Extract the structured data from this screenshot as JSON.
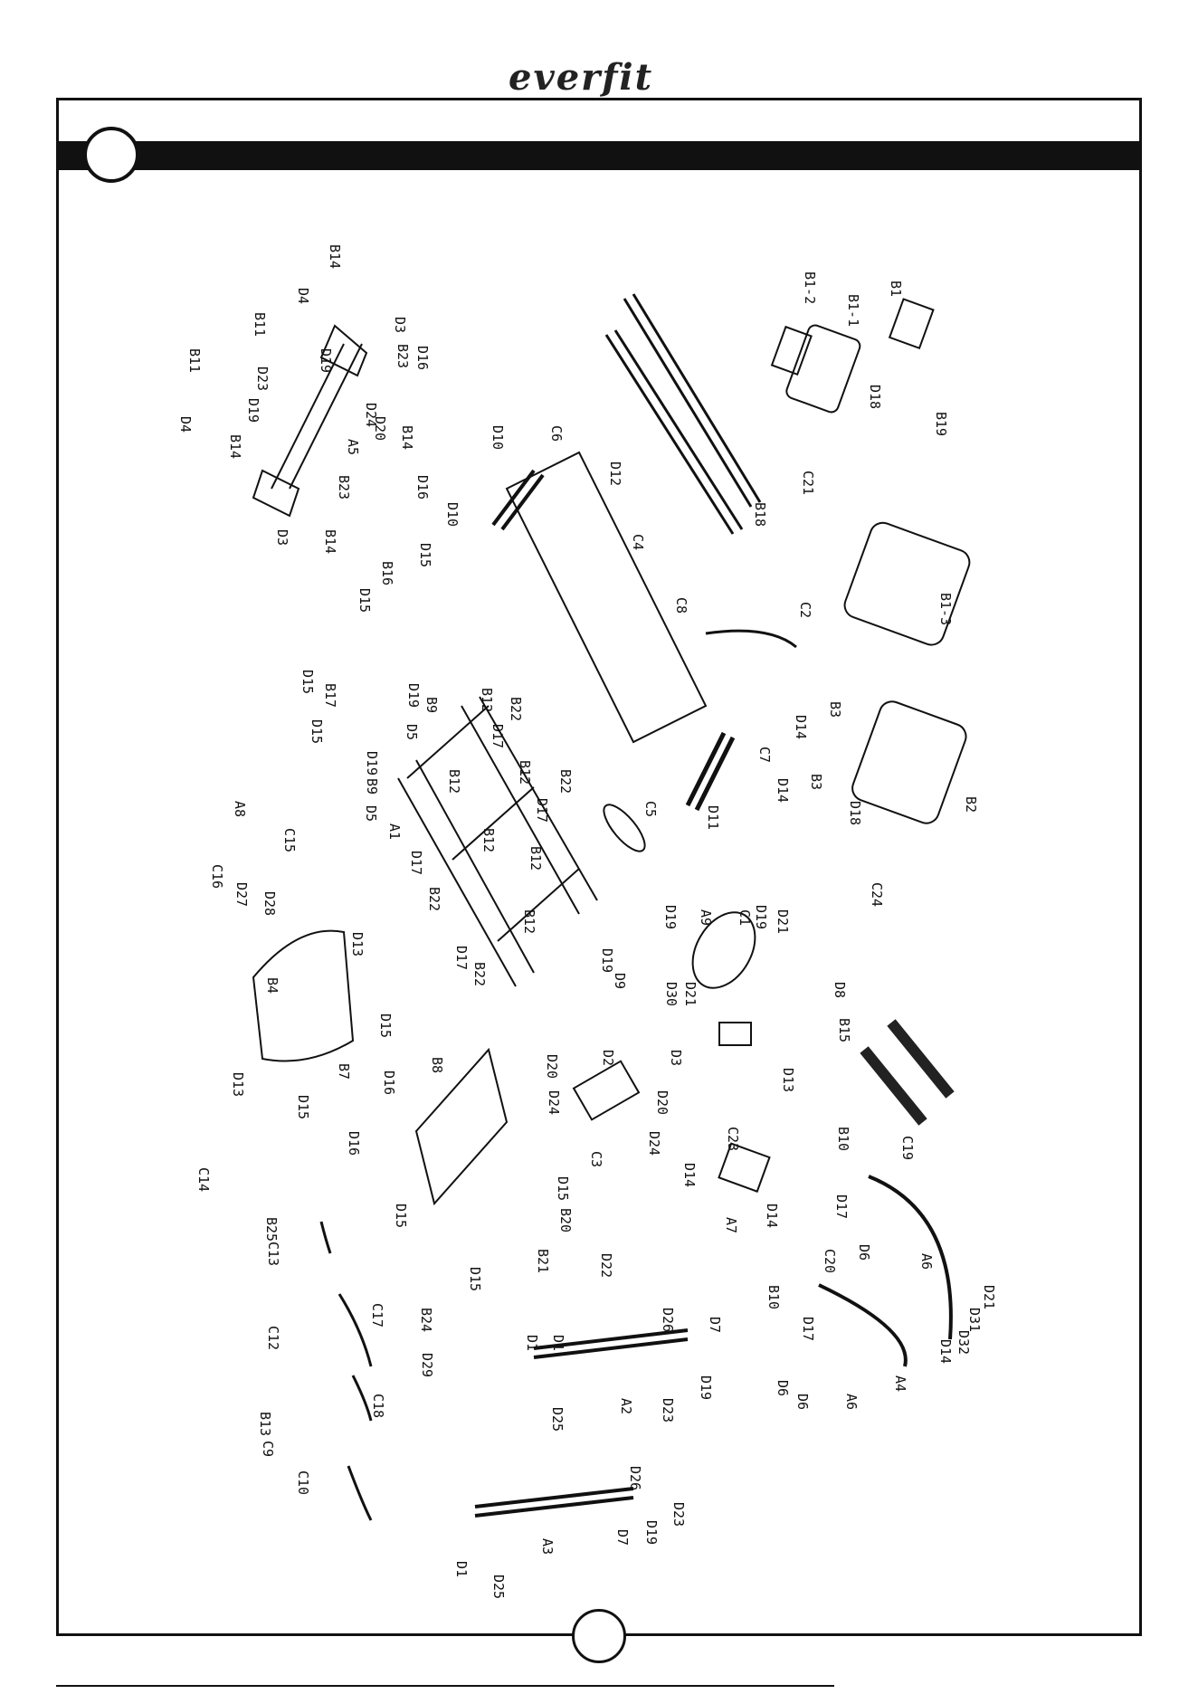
{
  "brand": "everfit",
  "labels": [
    "B14",
    "D4",
    "B11",
    "D3",
    "B23",
    "D16",
    "D19",
    "D23",
    "B11",
    "D19",
    "D4",
    "D24",
    "D20",
    "B14",
    "A5",
    "B14",
    "B23",
    "D16",
    "D3",
    "B14",
    "D10",
    "C6",
    "D12",
    "D10",
    "C4",
    "C8",
    "B18",
    "B1-2",
    "B1-1",
    "B1",
    "D18",
    "B19",
    "C21",
    "B1-3",
    "C2",
    "D15",
    "B16",
    "D15",
    "D15",
    "B17",
    "D19",
    "B9",
    "D5",
    "D15",
    "D19",
    "B9",
    "D5",
    "A1",
    "B12",
    "B22",
    "D17",
    "B12",
    "B12",
    "B22",
    "D17",
    "B12",
    "D17",
    "B22",
    "B12",
    "B12",
    "D17",
    "B22",
    "D19",
    "D9",
    "A8",
    "C15",
    "C16",
    "D27",
    "D28",
    "C5",
    "C7",
    "D11",
    "B3",
    "D14",
    "B3",
    "D14",
    "D18",
    "B2",
    "C24",
    "D19",
    "A9",
    "C1",
    "D19",
    "D21",
    "D21",
    "D30",
    "D8",
    "D13",
    "B4",
    "D15",
    "D13",
    "D15",
    "D16",
    "B7",
    "D16",
    "B8",
    "D15",
    "D2",
    "D3",
    "D20",
    "D24",
    "D20",
    "D24",
    "C3",
    "C23",
    "D13",
    "B15",
    "B10",
    "C19",
    "D17",
    "D6",
    "A6",
    "D14",
    "D14",
    "A7",
    "C20",
    "D17",
    "B10",
    "D21",
    "D31",
    "D32",
    "D14",
    "A6",
    "D6",
    "D6",
    "A4",
    "C14",
    "B25",
    "C13",
    "D15",
    "B20",
    "B21",
    "D15",
    "D22",
    "C17",
    "C12",
    "B24",
    "D29",
    "D26",
    "D1",
    "D1",
    "D7",
    "D19",
    "D23",
    "A2",
    "D25",
    "C18",
    "B13",
    "C9",
    "C10",
    "D26",
    "D23",
    "D19",
    "D7",
    "A3",
    "D1",
    "D25"
  ],
  "section_label": "",
  "page_number": ""
}
